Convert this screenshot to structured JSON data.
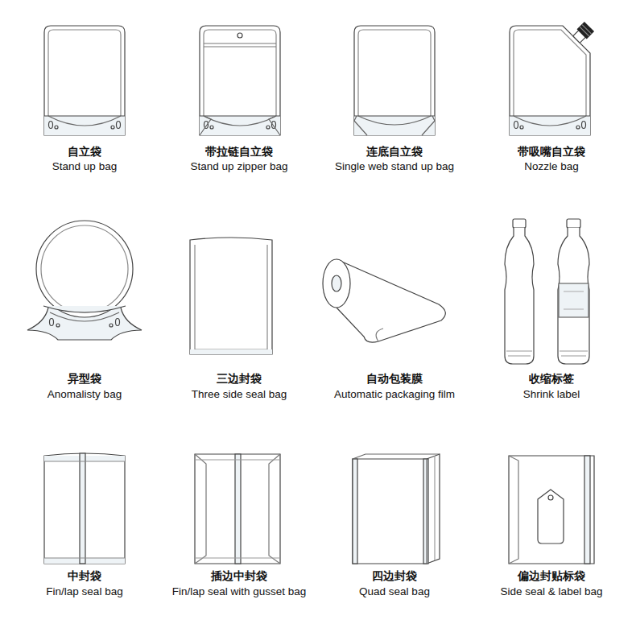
{
  "diagram": {
    "labels": [
      "自立袋",
      "Stand up bag",
      "带拉链自立袋",
      "Stand up zipper bag",
      "连底自立袋",
      "Single web stand up bag",
      "带吸嘴自立袋",
      "Nozzle bag",
      "异型袋",
      "Anomalisty bag",
      "三边封袋",
      "Three side seal bag",
      "自动包装膜",
      "Automatic packaging film",
      "收缩标签",
      "Shrink label",
      "中封袋",
      "Fin/lap seal bag",
      "插边中封袋",
      "Fin/lap seal with gusset bag",
      "四边封袋",
      "Quad seal bag",
      "偏边封贴标袋",
      "Side seal & label bag"
    ]
  }
}
